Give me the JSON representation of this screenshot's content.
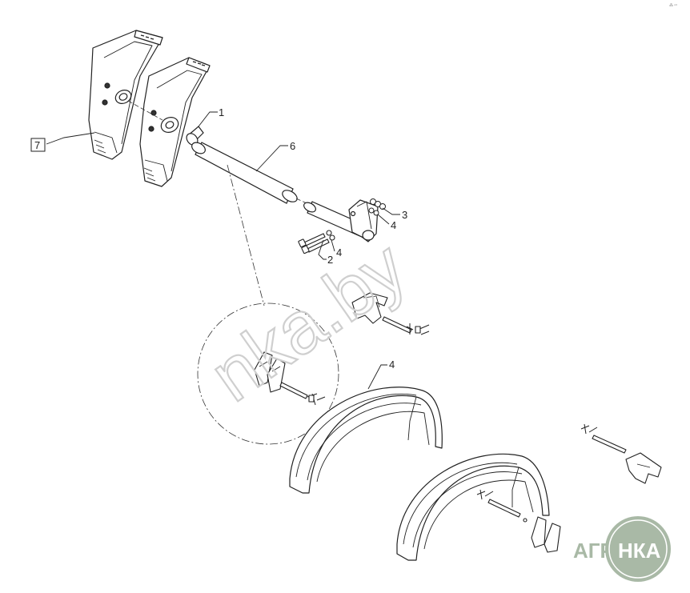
{
  "diagram": {
    "corner_code": "⁂ ⁿᵒ",
    "callouts": [
      {
        "id": "c1",
        "label": "1"
      },
      {
        "id": "c2",
        "label": "2"
      },
      {
        "id": "c3",
        "label": "3"
      },
      {
        "id": "c4a",
        "label": "4"
      },
      {
        "id": "c4b",
        "label": "4"
      },
      {
        "id": "c4c",
        "label": "4"
      },
      {
        "id": "c6",
        "label": "6"
      },
      {
        "id": "c7",
        "label": "7"
      }
    ]
  },
  "watermark": {
    "text": "nka.by"
  },
  "logo": {
    "prefix": "АГРО",
    "badge": "НКА",
    "color": "#a9b9a6"
  }
}
